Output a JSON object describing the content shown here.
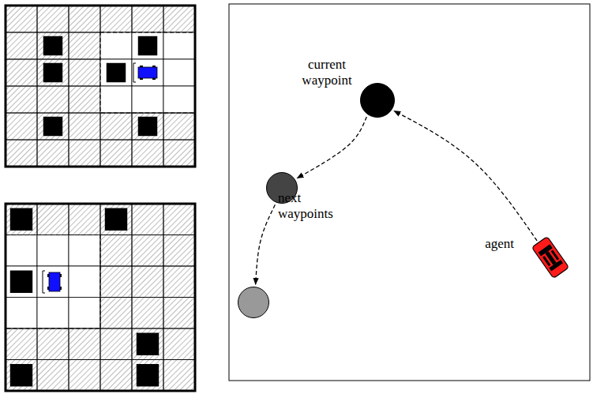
{
  "diagram": {
    "nodes": [
      {
        "text": [
          "current waypoint"
        ]
      },
      {
        "text": [
          "next waypoints"
        ]
      },
      {
        "text": []
      },
      {
        "text": [
          "agent"
        ]
      }
    ],
    "edges": [
      {
        "from": 3,
        "to": 0,
        "arrow": "to"
      },
      {
        "from": 0,
        "to": 1,
        "arrow": "to"
      },
      {
        "from": 1,
        "to": 2,
        "arrow": "to"
      }
    ]
  }
}
